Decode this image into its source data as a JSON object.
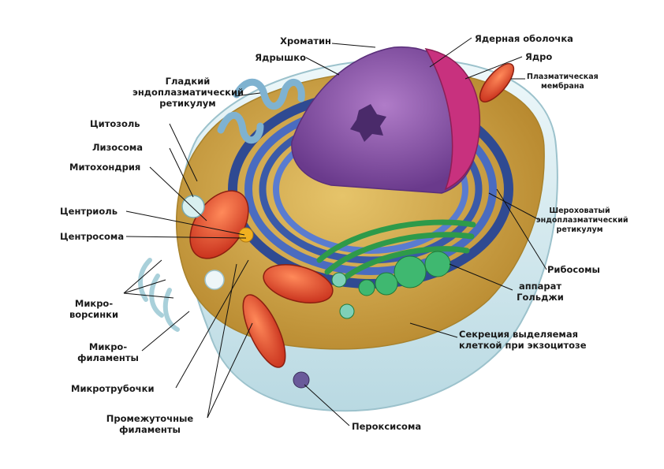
{
  "labels": {
    "chromatin": "Хроматин",
    "nucleolus": "Ядрышко",
    "nuclear_envelope": "Ядерная оболочка",
    "nucleus": "Ядро",
    "plasma_membrane": [
      "Плазматическая",
      "мембрана"
    ],
    "smooth_er": [
      "Гладкий",
      "эндоплазматический",
      "ретикулум"
    ],
    "cytosol": "Цитозоль",
    "lysosome": "Лизосома",
    "mitochondrion": "Митохондрия",
    "centriole": "Центриоль",
    "centrosome": "Центросома",
    "rough_er": [
      "Шероховатый",
      "эндоплазматический",
      "ретикулум"
    ],
    "ribosomes": "Рибосомы",
    "golgi": [
      "аппарат",
      "Гольджи"
    ],
    "microvilli": [
      "Микро-",
      "ворсинки"
    ],
    "microfilaments": [
      "Микро-",
      "филаменты"
    ],
    "secretion": [
      "Секреция выделяемая",
      "клеткой при экзоцитозе"
    ],
    "microtubules": "Микротрубочки",
    "intermediate_filaments": [
      "Промежуточные",
      "филаменты"
    ],
    "peroxisome": "Пероксисома"
  },
  "colors": {
    "cytoplasm": "#c9a24a",
    "membrane": "#d9eef2",
    "rough_er": "#3b5aa8",
    "nucleus": "#8a4fa8",
    "nuclear_envelope": "#c0307a",
    "mitochondria": "#e8482a",
    "golgi": "#2e9a4a",
    "smooth_er": "#6fa8c8"
  }
}
